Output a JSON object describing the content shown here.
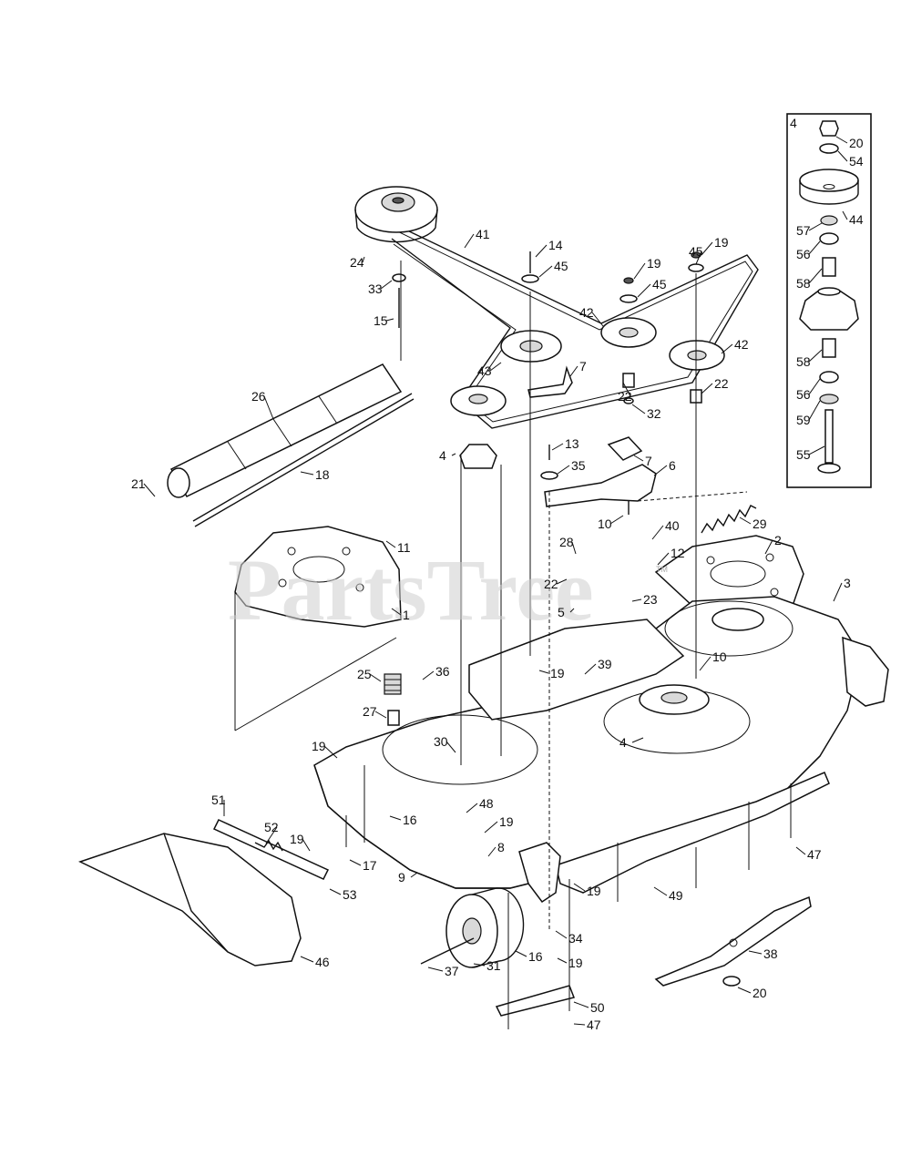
{
  "watermark": "PartsTree",
  "trademark": "TM",
  "inset": {
    "title": "4"
  },
  "callouts": [
    {
      "id": "c-20a",
      "text": "20"
    },
    {
      "id": "c-54",
      "text": "54"
    },
    {
      "id": "c-44",
      "text": "44"
    },
    {
      "id": "c-57",
      "text": "57"
    },
    {
      "id": "c-56a",
      "text": "56"
    },
    {
      "id": "c-58a",
      "text": "58"
    },
    {
      "id": "c-58b",
      "text": "58"
    },
    {
      "id": "c-56b",
      "text": "56"
    },
    {
      "id": "c-59",
      "text": "59"
    },
    {
      "id": "c-55",
      "text": "55"
    },
    {
      "id": "c-41",
      "text": "41"
    },
    {
      "id": "c-24",
      "text": "24"
    },
    {
      "id": "c-14",
      "text": "14"
    },
    {
      "id": "c-45a",
      "text": "45"
    },
    {
      "id": "c-45b",
      "text": "45"
    },
    {
      "id": "c-45c",
      "text": "45"
    },
    {
      "id": "c-19a",
      "text": "19"
    },
    {
      "id": "c-19b",
      "text": "19"
    },
    {
      "id": "c-33",
      "text": "33"
    },
    {
      "id": "c-15",
      "text": "15"
    },
    {
      "id": "c-42a",
      "text": "42"
    },
    {
      "id": "c-42b",
      "text": "42"
    },
    {
      "id": "c-43",
      "text": "43"
    },
    {
      "id": "c-7a",
      "text": "7"
    },
    {
      "id": "c-22a",
      "text": "22"
    },
    {
      "id": "c-22b",
      "text": "22"
    },
    {
      "id": "c-26",
      "text": "26"
    },
    {
      "id": "c-4a",
      "text": "4"
    },
    {
      "id": "c-32",
      "text": "32"
    },
    {
      "id": "c-13",
      "text": "13"
    },
    {
      "id": "c-7b",
      "text": "7"
    },
    {
      "id": "c-35",
      "text": "35"
    },
    {
      "id": "c-6",
      "text": "6"
    },
    {
      "id": "c-21",
      "text": "21"
    },
    {
      "id": "c-18",
      "text": "18"
    },
    {
      "id": "c-10a",
      "text": "10"
    },
    {
      "id": "c-29",
      "text": "29"
    },
    {
      "id": "c-40",
      "text": "40"
    },
    {
      "id": "c-11",
      "text": "11"
    },
    {
      "id": "c-28",
      "text": "28"
    },
    {
      "id": "c-12",
      "text": "12"
    },
    {
      "id": "c-2",
      "text": "2"
    },
    {
      "id": "c-22c",
      "text": "22"
    },
    {
      "id": "c-5",
      "text": "5"
    },
    {
      "id": "c-23",
      "text": "23"
    },
    {
      "id": "c-3",
      "text": "3"
    },
    {
      "id": "c-1",
      "text": "1"
    },
    {
      "id": "c-10b",
      "text": "10"
    },
    {
      "id": "c-25",
      "text": "25"
    },
    {
      "id": "c-36",
      "text": "36"
    },
    {
      "id": "c-19c",
      "text": "19"
    },
    {
      "id": "c-39",
      "text": "39"
    },
    {
      "id": "c-27",
      "text": "27"
    },
    {
      "id": "c-30",
      "text": "30"
    },
    {
      "id": "c-4b",
      "text": "4"
    },
    {
      "id": "c-19d",
      "text": "19"
    },
    {
      "id": "c-48",
      "text": "48"
    },
    {
      "id": "c-51",
      "text": "51"
    },
    {
      "id": "c-16a",
      "text": "16"
    },
    {
      "id": "c-19e",
      "text": "19"
    },
    {
      "id": "c-52",
      "text": "52"
    },
    {
      "id": "c-19f",
      "text": "19"
    },
    {
      "id": "c-8",
      "text": "8"
    },
    {
      "id": "c-17",
      "text": "17"
    },
    {
      "id": "c-9",
      "text": "9"
    },
    {
      "id": "c-53",
      "text": "53"
    },
    {
      "id": "c-47a",
      "text": "47"
    },
    {
      "id": "c-19g",
      "text": "19"
    },
    {
      "id": "c-49",
      "text": "49"
    },
    {
      "id": "c-46",
      "text": "46"
    },
    {
      "id": "c-34",
      "text": "34"
    },
    {
      "id": "c-38",
      "text": "38"
    },
    {
      "id": "c-16b",
      "text": "16"
    },
    {
      "id": "c-19h",
      "text": "19"
    },
    {
      "id": "c-31",
      "text": "31"
    },
    {
      "id": "c-37",
      "text": "37"
    },
    {
      "id": "c-20b",
      "text": "20"
    },
    {
      "id": "c-50",
      "text": "50"
    },
    {
      "id": "c-47b",
      "text": "47"
    }
  ]
}
